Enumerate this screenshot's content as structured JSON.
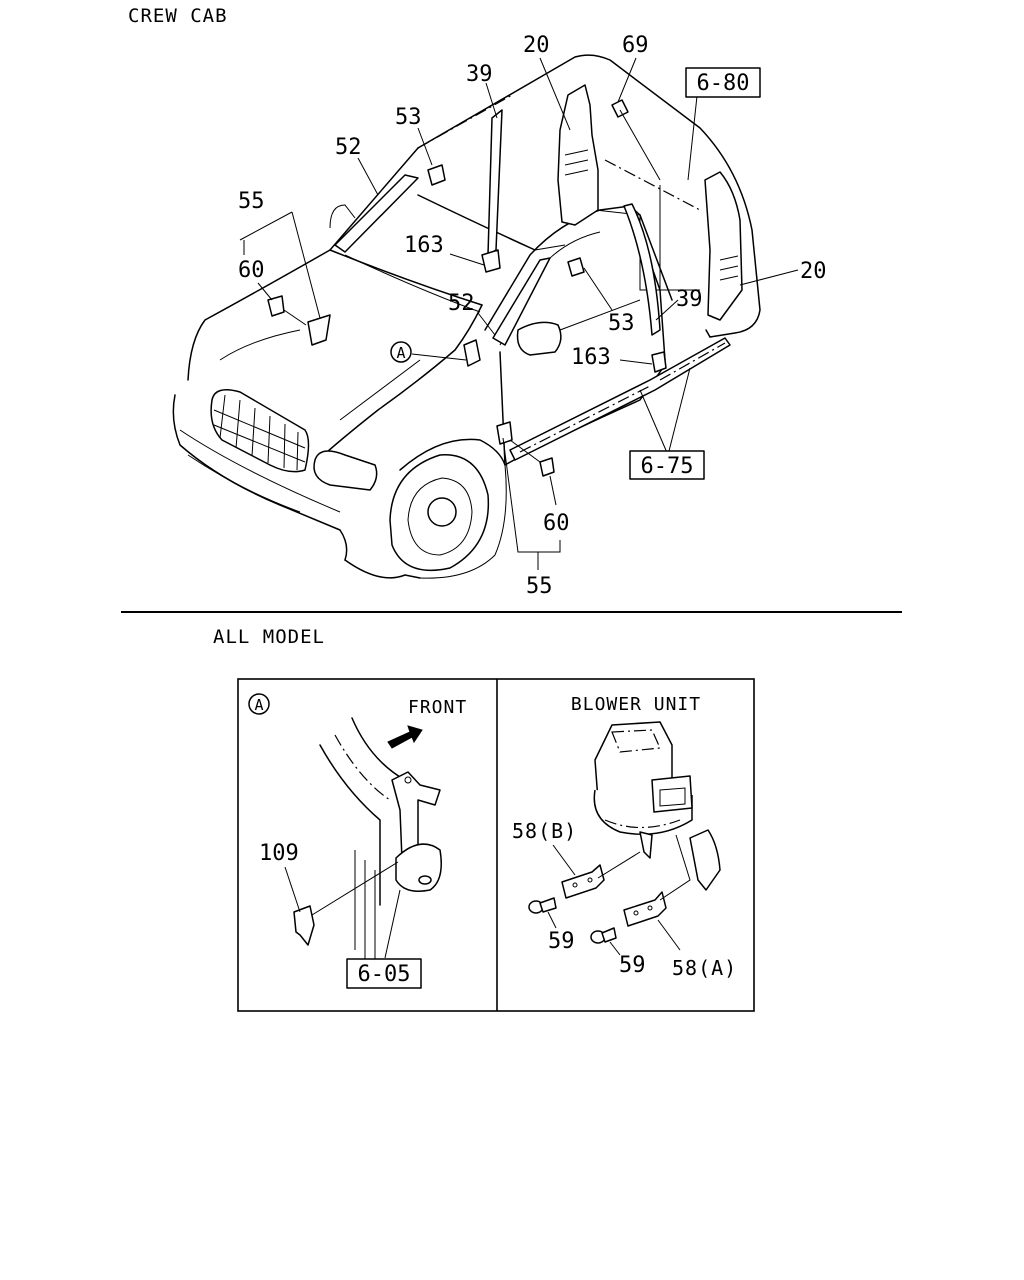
{
  "top_section": {
    "title": "CREW CAB",
    "callouts": {
      "c20_top": "20",
      "c69": "69",
      "c39_top": "39",
      "c53_top": "53",
      "c52_top": "52",
      "c55_left": "55",
      "c60_left": "60",
      "c163_left": "163",
      "c52_mid": "52",
      "c53_mid": "53",
      "c39_mid": "39",
      "c20_right": "20",
      "c163_right": "163",
      "c60_bottom": "60",
      "c55_bottom": "55",
      "detail_marker": "A"
    },
    "ref_boxes": {
      "r680": "6-80",
      "r675": "6-75"
    }
  },
  "bottom_section": {
    "title": "ALL MODEL",
    "panel_a": {
      "marker": "A",
      "front_label": "FRONT",
      "c109": "109",
      "ref605": "6-05"
    },
    "panel_b": {
      "title": "BLOWER UNIT",
      "c58b": "58(B)",
      "c59a": "59",
      "c59b": "59",
      "c58a": "58(A)"
    }
  }
}
